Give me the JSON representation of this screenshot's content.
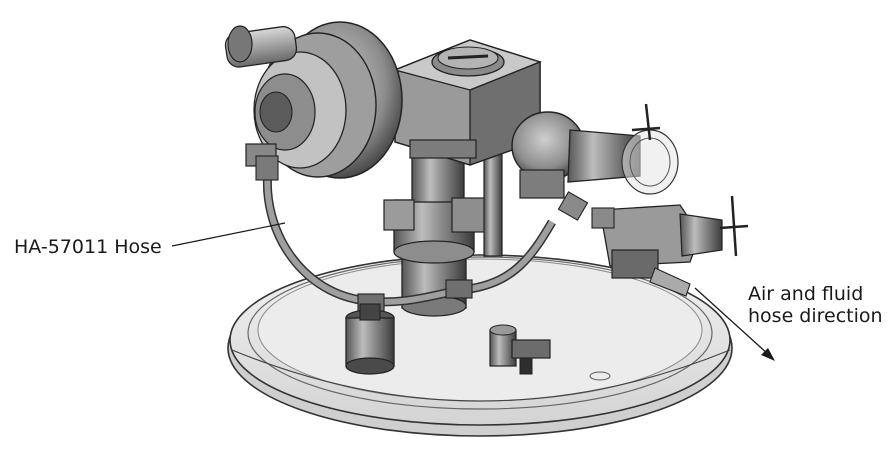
{
  "callouts": {
    "hose": "HA-57011 Hose",
    "direction_line1": "Air and fluid",
    "direction_line2": "hose direction"
  }
}
